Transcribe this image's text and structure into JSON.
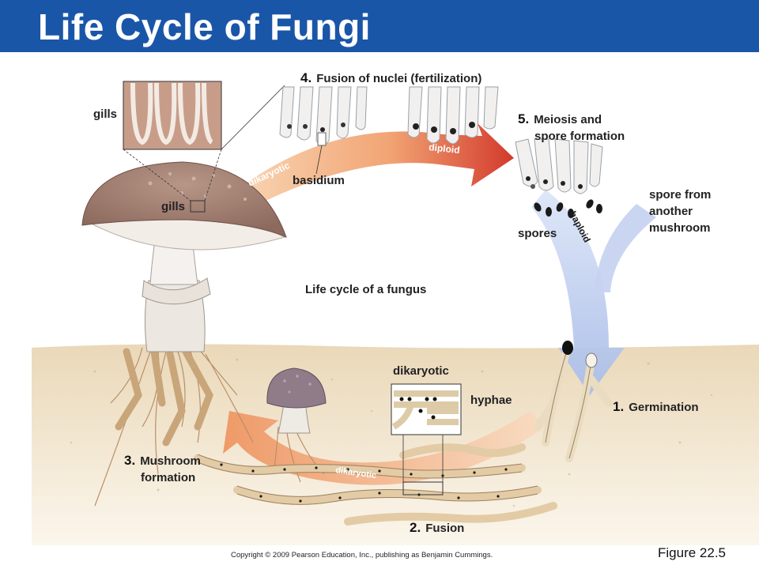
{
  "title": "Life Cycle of Fungi",
  "colors": {
    "header": "#1a56a8",
    "dikaryotic_arrow": "#f0a070",
    "diploid_arrow": "#d44030",
    "haploid_arrow": "#b8c8ec",
    "soil": "#f2e6cf",
    "mushroom_cap": "#a07f70"
  },
  "labels": {
    "fusion_nuclei": "Fusion of nuclei (fertilization)",
    "fusion_nuclei_num": "4.",
    "meiosis_num": "5.",
    "meiosis_line1": "Meiosis and",
    "meiosis_line2": "spore formation",
    "gills_top": "gills",
    "gills_cap": "gills",
    "basidium": "basidium",
    "spores": "spores",
    "spore_other_line1": "spore from",
    "spore_other_line2": "another",
    "spore_other_line3": "mushroom",
    "center": "Life cycle of a fungus",
    "dikaryotic_hyphae_line1": "dikaryotic",
    "dikaryotic_hyphae_line2": "hyphae",
    "germination_num": "1.",
    "germination": "Germination",
    "mushroom_num": "3.",
    "mushroom_line1": "Mushroom",
    "mushroom_line2": "formation",
    "fusion_num": "2.",
    "fusion": "Fusion"
  },
  "arrow_labels": {
    "dikaryotic_top": "dikaryotic",
    "diploid": "diploid",
    "haploid": "haploid",
    "dikaryotic_bottom": "dikaryotic"
  },
  "copyright": "Copyright © 2009 Pearson Education, Inc., publishing as Benjamin Cummings.",
  "figure": "Figure 22.5"
}
